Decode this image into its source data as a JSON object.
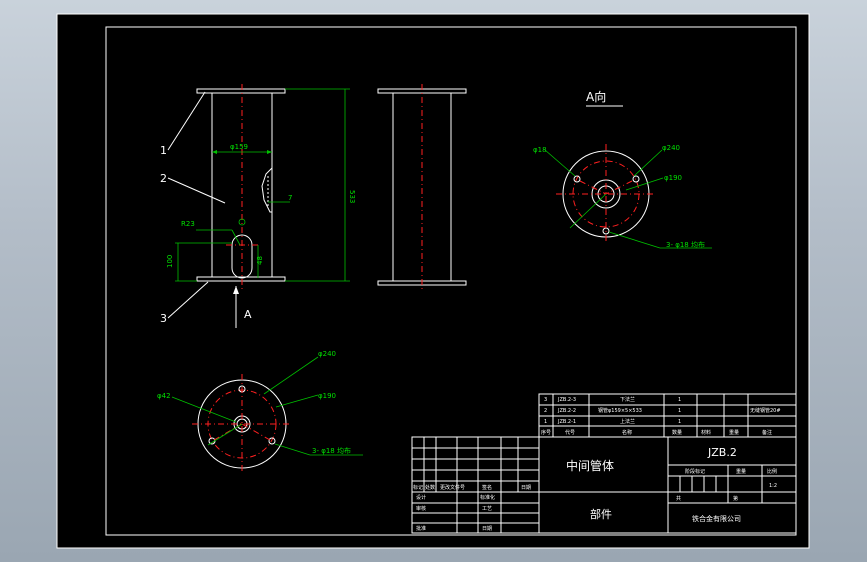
{
  "drawing": {
    "view_a_title": "A向",
    "view_arrow_label": "A",
    "part_callouts": [
      "1",
      "2",
      "3"
    ],
    "dims": {
      "pipe_dia": "φ159",
      "radius": "R23",
      "height": "533",
      "slot_h": "100",
      "slot_w": "48",
      "detail_7": "7",
      "hole_dia_top": "φ18",
      "pcd_top": "φ190",
      "outer_top": "φ240",
      "hole_note_top": "3- φ18 均布",
      "hole_dia_bottom": "φ42",
      "pcd_bottom": "φ190",
      "outer_bottom": "φ240",
      "hole_note_bottom": "3- φ18 均布"
    }
  },
  "bom": {
    "rows": [
      {
        "seq": "3",
        "code": "JZB.2-3",
        "name": "下法兰",
        "qty": "1",
        "note": ""
      },
      {
        "seq": "2",
        "code": "JZB.2-2",
        "name": "钢管φ159×5×533",
        "qty": "1",
        "note": "无缝钢管20#"
      },
      {
        "seq": "1",
        "code": "JZB.2-1",
        "name": "上法兰",
        "qty": "1",
        "note": ""
      }
    ],
    "header": {
      "seq": "序号",
      "code": "代号",
      "name": "名称",
      "qty": "数量",
      "material": "材料",
      "weight": "重量",
      "note": "备注"
    }
  },
  "title_block": {
    "part_name": "中间管体",
    "category": "部件",
    "drawing_no": "JZB.2",
    "stage_label": "阶段标记",
    "weight_label": "重量",
    "scale_label": "比例",
    "scale": "1:2",
    "sheets_label": "共",
    "sheet_label": "第",
    "company": "铁合金有限公司",
    "revision_labels": [
      "标记",
      "处数",
      "更改文件号",
      "签名",
      "日期"
    ],
    "sign_rows": [
      "设计",
      "标准化",
      "审核",
      "工艺",
      "批准",
      "日期"
    ]
  },
  "colors": {
    "background": "#000000",
    "outline": "#ffffff",
    "dimension": "#00c000",
    "centerline": "#ff2020",
    "chrome": "#c0c8d0"
  }
}
